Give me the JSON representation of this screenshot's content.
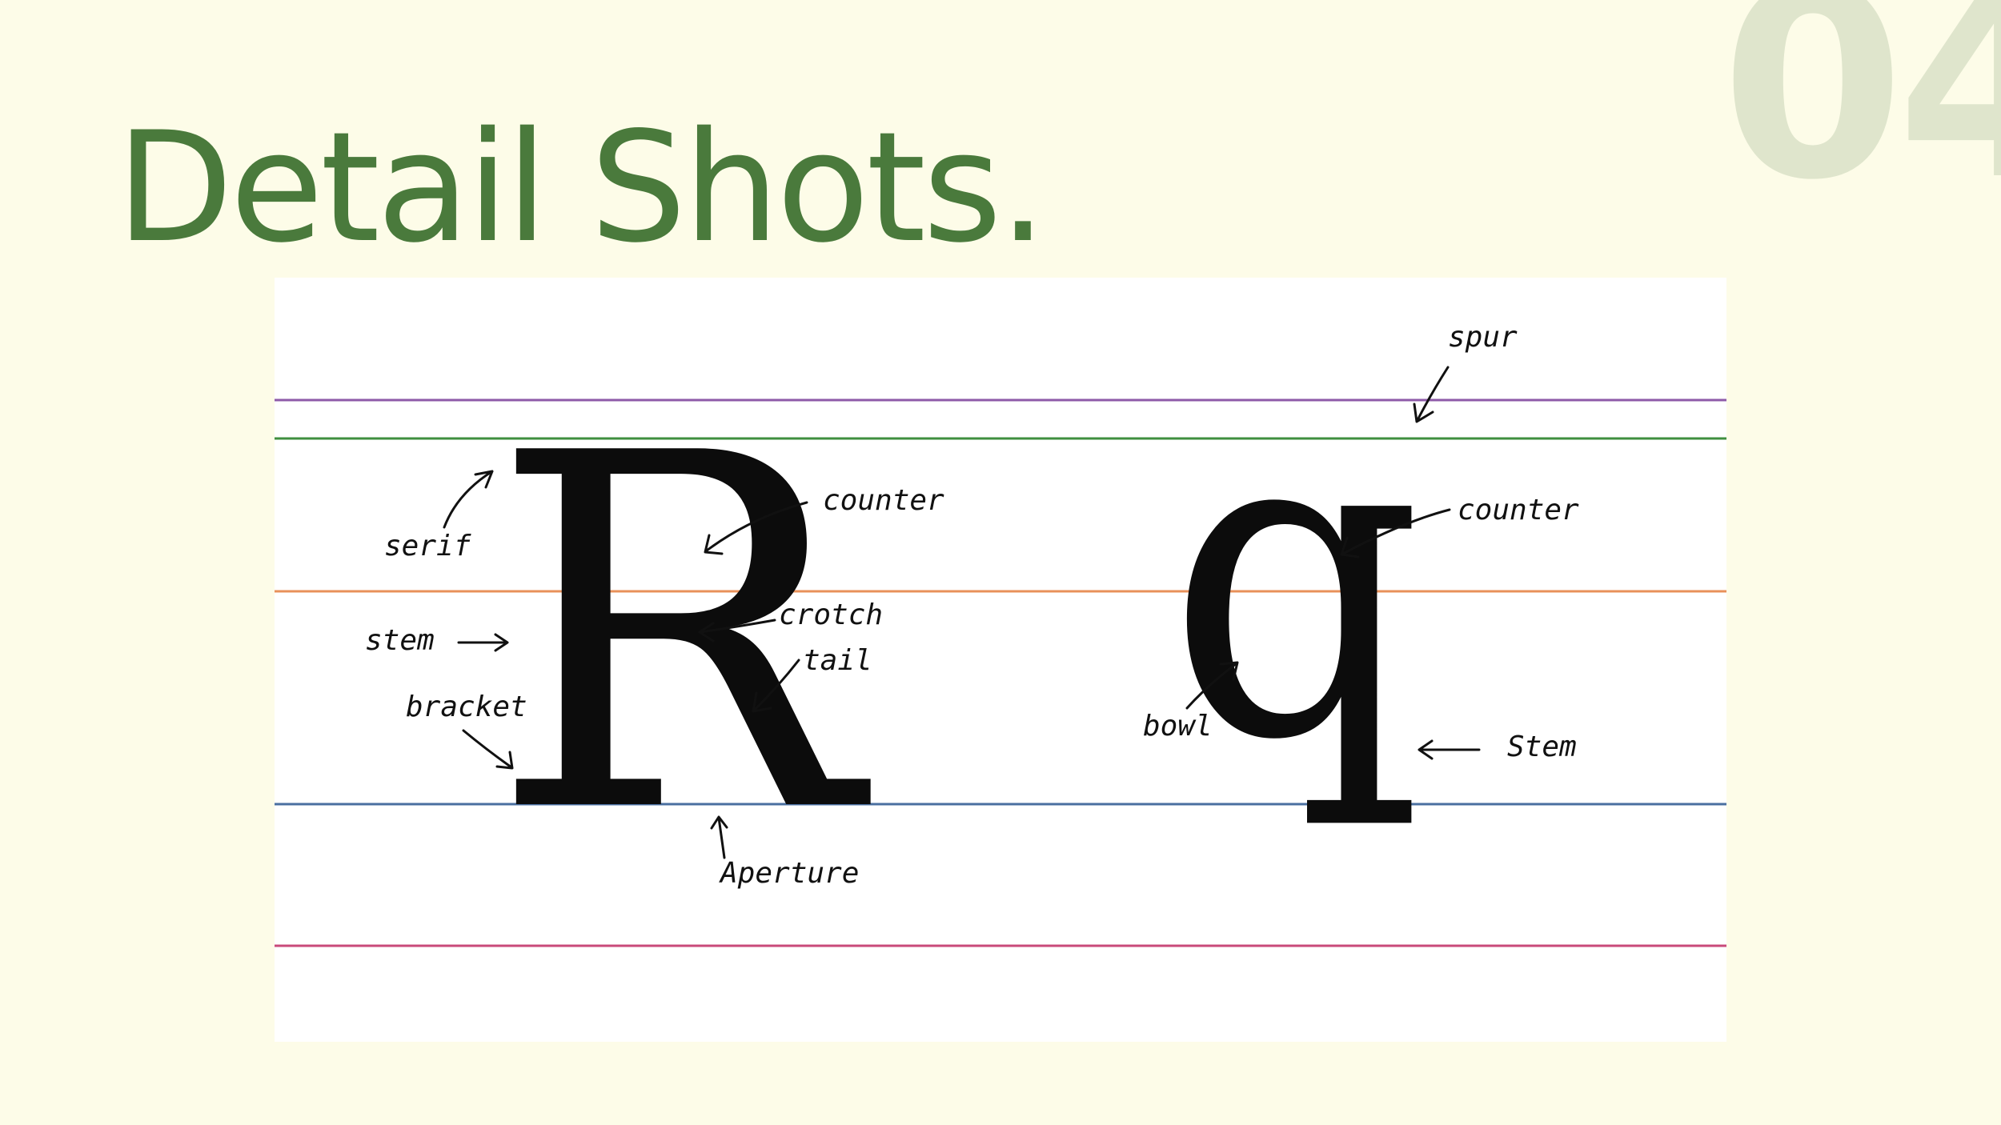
{
  "slide": {
    "number": "04",
    "title": "Detail Shots."
  },
  "colors": {
    "background": "#fdfce8",
    "title": "#4a7a3c",
    "number": "#dfe5cc",
    "ascender_line": "#8e5aa8",
    "cap_line": "#3f8f3f",
    "mean_line": "#e8915a",
    "baseline": "#4a6fa0",
    "descender_line": "#c94a7a"
  },
  "letters": {
    "left": "R",
    "right": "q"
  },
  "labels": {
    "serif": "serif",
    "stem_left": "stem",
    "bracket": "bracket",
    "counter_left": "counter",
    "crotch": "crotch",
    "tail": "tail",
    "aperture": "Aperture",
    "spur": "spur",
    "counter_right": "counter",
    "bowl": "bowl",
    "stem_right": "Stem"
  }
}
